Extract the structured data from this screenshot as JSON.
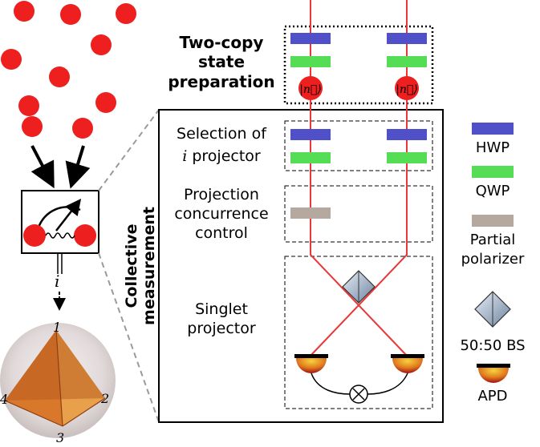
{
  "labels": {
    "two_copy": [
      "Two-copy",
      "state",
      "preparation"
    ],
    "selection": [
      "Selection of",
      "projector"
    ],
    "selection_var": "i",
    "projection": [
      "Projection",
      "concurrence",
      "control"
    ],
    "singlet": [
      "Singlet",
      "projector"
    ],
    "collective": [
      "Collective",
      "measurement"
    ],
    "outcome_var": "i",
    "n_symbol": "|n⃗⟩"
  },
  "legend": {
    "hwp": "HWP",
    "qwp": "QWP",
    "partial": [
      "Partial",
      "polarizer"
    ],
    "bs": "50:50 BS",
    "apd": "APD"
  },
  "tetrahedron_vertices": [
    "1",
    "2",
    "3",
    "4"
  ],
  "colors": {
    "hwp": "#5050c8",
    "qwp": "#55dd55",
    "partial": "#b5a89f",
    "beam": "#e8383a",
    "photon": "#ee1f1f",
    "tetra_light": "#e6922e",
    "tetra_dark": "#a84a18"
  }
}
